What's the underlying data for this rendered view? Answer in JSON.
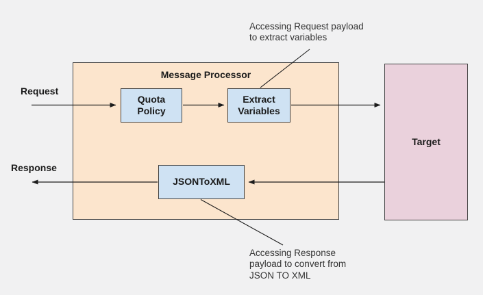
{
  "labels": {
    "request": "Request",
    "response": "Response"
  },
  "processor": {
    "title": "Message Processor"
  },
  "nodes": {
    "quota_policy": {
      "label": "Quota\nPolicy"
    },
    "extract_variables": {
      "label": "Extract\nVariables"
    },
    "json_to_xml": {
      "label": "JSONToXML"
    },
    "target": {
      "label": "Target"
    }
  },
  "annotations": {
    "request_payload": "Accessing Request payload\nto extract variables",
    "response_payload": "Accessing Response\npayload to convert from\nJSON TO XML"
  },
  "colors": {
    "background": "#f1f1f2",
    "processor_fill": "#fce5cd",
    "policy_fill": "#cfe2f3",
    "target_fill": "#ead1dc",
    "border": "#404040",
    "line": "#1c1c1c",
    "text": "#1a1a1a"
  }
}
